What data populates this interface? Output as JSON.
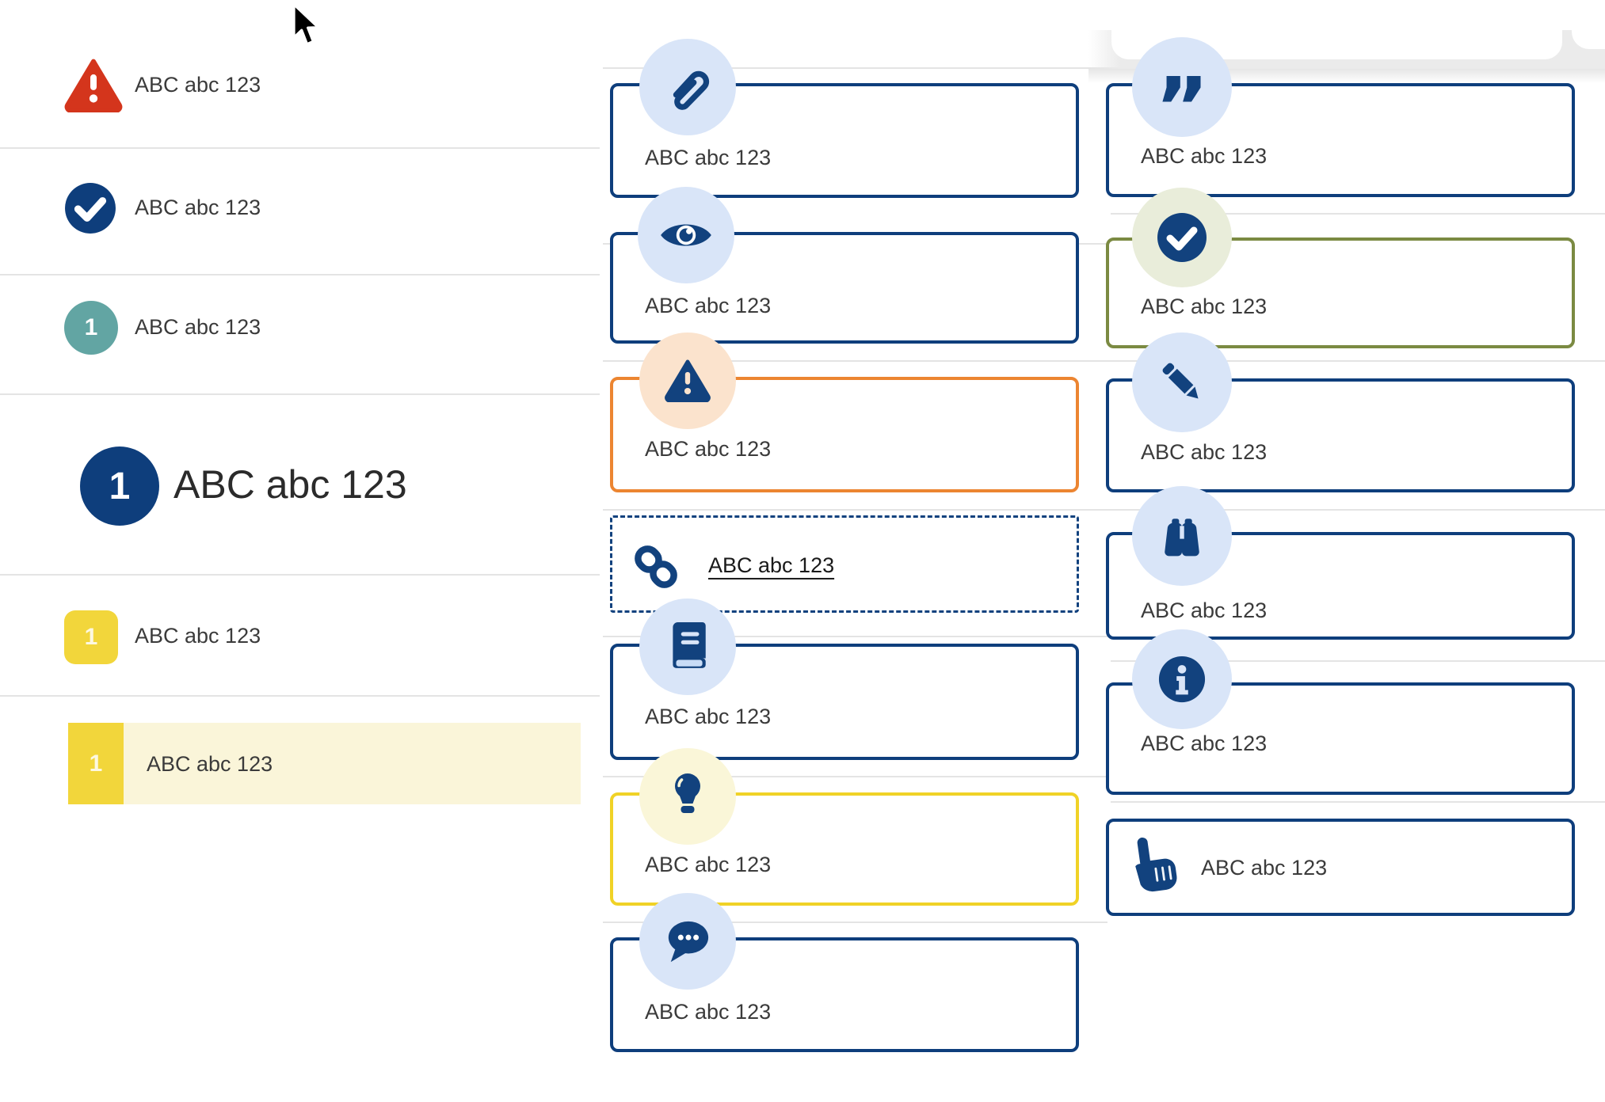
{
  "page": {
    "background": "#ffffff"
  },
  "colors": {
    "navy": "#0e3e7c",
    "icon_navy": "#12427e",
    "red": "#d4351c",
    "teal": "#62a5a3",
    "yellow_badge": "#f2d63b",
    "yellow_border": "#f0d226",
    "orange_border": "#ec8531",
    "olive_border": "#7b8a42",
    "highlight_row": "#faf5d9",
    "circle_blue": "#d9e5f8",
    "circle_peach": "#fbe3cd",
    "circle_paleyellow": "#faf6d8",
    "circle_sage": "#e9edda",
    "text": "#3b3b3b",
    "divider": "#e4e4e4"
  },
  "left_list": {
    "items": [
      {
        "icon": "warning-triangle-icon",
        "label": "ABC abc 123"
      },
      {
        "icon": "check-circle-icon",
        "label": "ABC abc 123"
      },
      {
        "icon": "number-badge-teal",
        "number": "1",
        "label": "ABC abc 123"
      },
      {
        "icon": "number-badge-navy-large",
        "number": "1",
        "label": "ABC abc 123"
      },
      {
        "icon": "number-badge-yellow",
        "number": "1",
        "label": "ABC abc 123"
      },
      {
        "icon": "number-badge-yellow-tab",
        "number": "1",
        "label": "ABC abc 123"
      }
    ]
  },
  "middle_callouts": {
    "items": [
      {
        "icon": "paperclip-icon",
        "style": "navy",
        "label": "ABC abc 123"
      },
      {
        "icon": "eye-icon",
        "style": "navy",
        "label": "ABC abc 123"
      },
      {
        "icon": "warning-triangle-icon",
        "style": "orange",
        "label": "ABC abc 123"
      },
      {
        "icon": "link-icon",
        "style": "dashed",
        "label": "ABC abc 123"
      },
      {
        "icon": "book-icon",
        "style": "navy",
        "label": "ABC abc 123"
      },
      {
        "icon": "lightbulb-icon",
        "style": "yellow",
        "label": "ABC abc 123"
      },
      {
        "icon": "chat-icon",
        "style": "navy",
        "label": "ABC abc 123"
      }
    ]
  },
  "right_callouts": {
    "items": [
      {
        "icon": "quote-icon",
        "style": "navy",
        "label": "ABC abc 123"
      },
      {
        "icon": "check-circle-icon",
        "style": "olive",
        "label": "ABC abc 123"
      },
      {
        "icon": "pencil-icon",
        "style": "navy",
        "label": "ABC abc 123"
      },
      {
        "icon": "binoculars-icon",
        "style": "navy",
        "label": "ABC abc 123"
      },
      {
        "icon": "info-icon",
        "style": "navy",
        "label": "ABC abc 123"
      },
      {
        "icon": "hand-pointer-icon",
        "style": "navy",
        "label": "ABC abc 123"
      }
    ]
  }
}
